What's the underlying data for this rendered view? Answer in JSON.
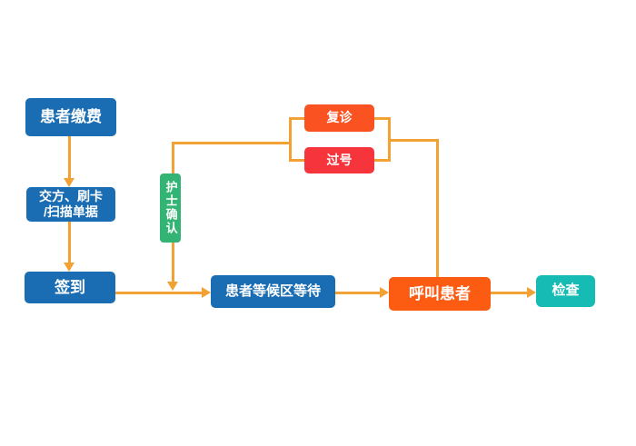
{
  "diagram": {
    "type": "flowchart",
    "language": "zh-CN",
    "background": "#ffffff",
    "arrow_color": "#f2a134",
    "nodes": {
      "patient_pay": {
        "label": "患者缴费",
        "color": "#1a6cb3",
        "shape": "rounded-rect"
      },
      "swipe_scan": {
        "label": "交方、刷卡/扫描单据",
        "label_line1": "交方、刷卡",
        "label_line2": "/扫描单据",
        "color": "#1a6cb3",
        "shape": "rounded-rect"
      },
      "sign_in": {
        "label": "签到",
        "color": "#1a6cb3",
        "shape": "rounded-rect"
      },
      "nurse_confirm": {
        "label": "护士确认",
        "color": "#33b474",
        "shape": "rounded-rect-vertical"
      },
      "follow_up": {
        "label": "复诊",
        "color": "#fa5221",
        "shape": "rounded-rect"
      },
      "missed_number": {
        "label": "过号",
        "color": "#f5353b",
        "shape": "rounded-rect"
      },
      "waiting_area": {
        "label": "患者等候区等待",
        "color": "#1a6cb3",
        "shape": "rounded-rect"
      },
      "call_patient": {
        "label": "呼叫患者",
        "color": "#fb5c12",
        "shape": "rounded-rect"
      },
      "exam": {
        "label": "检查",
        "color": "#16bcb4",
        "shape": "rounded-rect"
      }
    },
    "edges": [
      {
        "from": "patient_pay",
        "to": "swipe_scan",
        "arrowhead": true
      },
      {
        "from": "swipe_scan",
        "to": "sign_in",
        "arrowhead": true
      },
      {
        "from": "sign_in",
        "to": "waiting_area",
        "arrowhead": true
      },
      {
        "from": "nurse_confirm",
        "to": "sign_in_to_waiting_line",
        "arrowhead": true
      },
      {
        "from": "nurse_confirm",
        "to": "follow_up",
        "arrowhead": false
      },
      {
        "from": "nurse_confirm",
        "to": "missed_number",
        "arrowhead": false
      },
      {
        "from": "follow_up",
        "to": "call_patient",
        "arrowhead": false
      },
      {
        "from": "missed_number",
        "to": "call_patient",
        "arrowhead": false
      },
      {
        "from": "waiting_area",
        "to": "call_patient",
        "arrowhead": true
      },
      {
        "from": "call_patient",
        "to": "exam",
        "arrowhead": true
      }
    ]
  }
}
